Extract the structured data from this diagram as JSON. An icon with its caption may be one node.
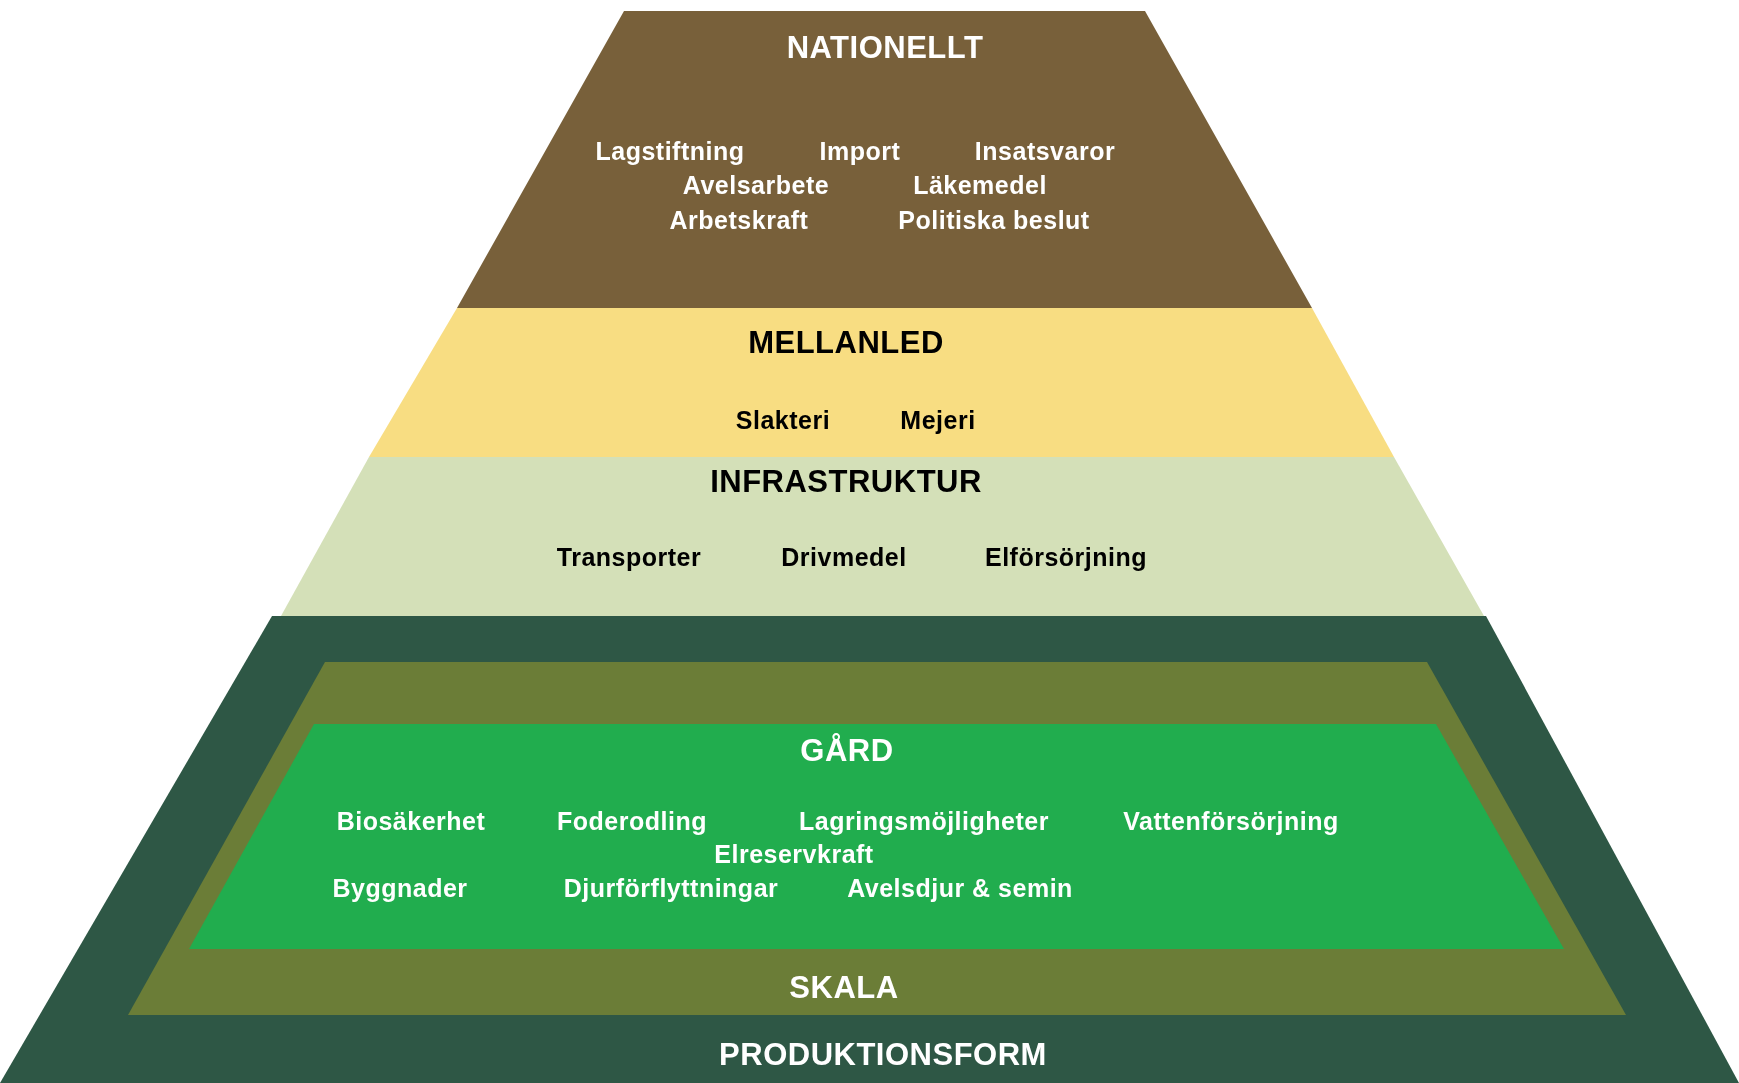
{
  "diagram": {
    "nodes": [
      {
        "text": [
          "NATIONELLT",
          "Lagstiftning",
          "Import",
          "Insatsvaror",
          "Avelsarbete",
          "Läkemedel",
          "Arbetskraft",
          "Politiska beslut"
        ]
      },
      {
        "text": [
          "MELLANLED",
          "Slakteri",
          "Mejeri"
        ]
      },
      {
        "text": [
          "INFRASTRUKTUR",
          "Transporter",
          "Drivmedel",
          "Elförsörjning"
        ]
      },
      {
        "text": [
          "PRODUKTIONSFORM"
        ]
      },
      {
        "text": [
          "SKALA"
        ],
        "in": 3
      },
      {
        "text": [
          "GÅRD",
          "Biosäkerhet",
          "Foderodling",
          "Lagringsmöjligheter",
          "Vattenförsörjning",
          "Elreservkraft",
          "Byggnader",
          "Djurförflyttningar",
          "Avelsdjur & semin"
        ],
        "in": 4
      }
    ]
  }
}
